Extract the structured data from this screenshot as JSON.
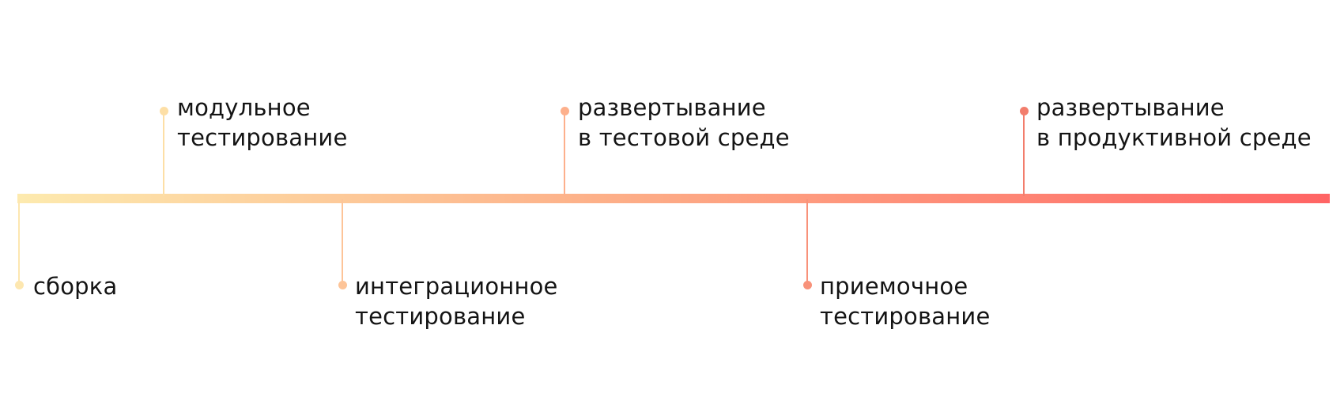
{
  "timeline": {
    "gradient": {
      "start": "#FDEAAE",
      "middle": "#FDAF88",
      "end": "#FF6464"
    },
    "stages": [
      {
        "id": "build",
        "lines": [
          "сборка"
        ],
        "side": "below",
        "color": "#FDE7B0"
      },
      {
        "id": "unit-testing",
        "lines": [
          "модульное",
          "тестирование"
        ],
        "side": "above",
        "color": "#FDDFA6"
      },
      {
        "id": "integration-testing",
        "lines": [
          "интеграционное",
          "тестирование"
        ],
        "side": "below",
        "color": "#FDC498"
      },
      {
        "id": "test-deploy",
        "lines": [
          "развертывание",
          "в тестовой среде"
        ],
        "side": "above",
        "color": "#FDB08C"
      },
      {
        "id": "acceptance-testing",
        "lines": [
          "приемочное",
          "тестирование"
        ],
        "side": "below",
        "color": "#F8927A"
      },
      {
        "id": "prod-deploy",
        "lines": [
          "развертывание",
          "в продуктивной среде"
        ],
        "side": "above",
        "color": "#F27D6C"
      }
    ]
  }
}
